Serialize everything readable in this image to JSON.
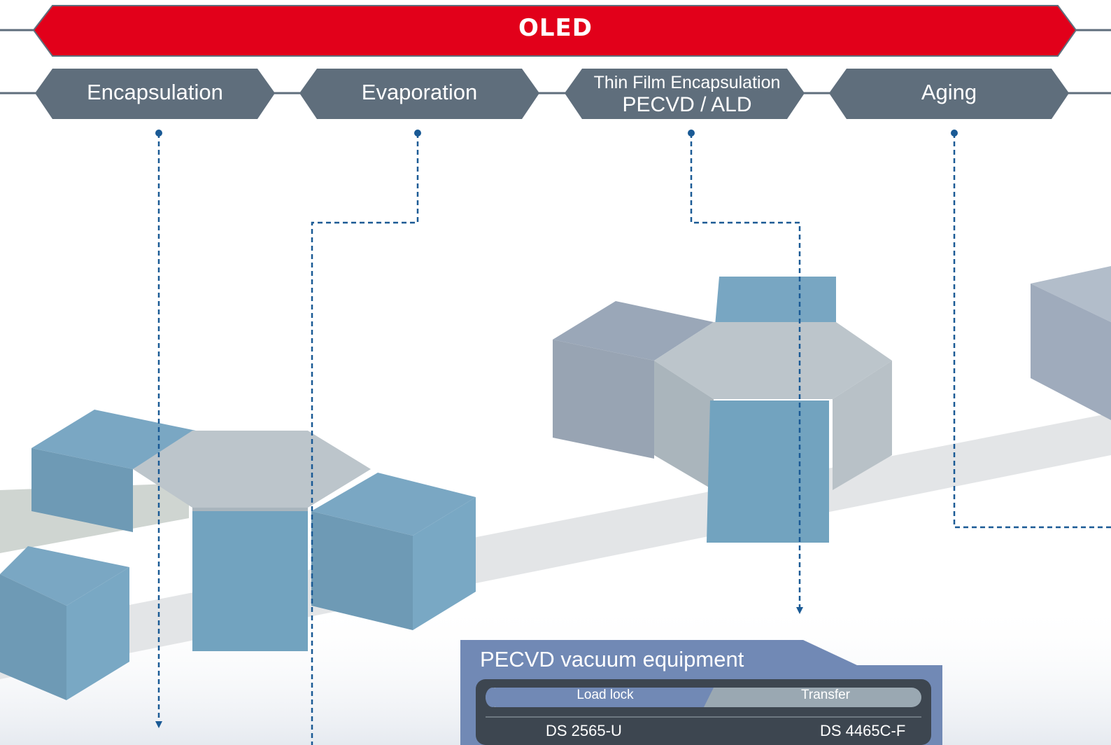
{
  "banner": {
    "title": "OLED",
    "color": "#e2001a"
  },
  "steps": [
    {
      "label": "Encapsulation"
    },
    {
      "label": "Evaporation"
    },
    {
      "label_line1": "Thin Film Encapsulation",
      "label_line2": "PECVD / ALD"
    },
    {
      "label": "Aging"
    }
  ],
  "step_color": "#5f6e7c",
  "connector_color": "#1a5a95",
  "panel": {
    "title": "PECVD vacuum equipment",
    "tabs": [
      "Load lock",
      "Transfer"
    ],
    "models": [
      "DS 2565-U",
      "DS 4465C-F"
    ]
  }
}
